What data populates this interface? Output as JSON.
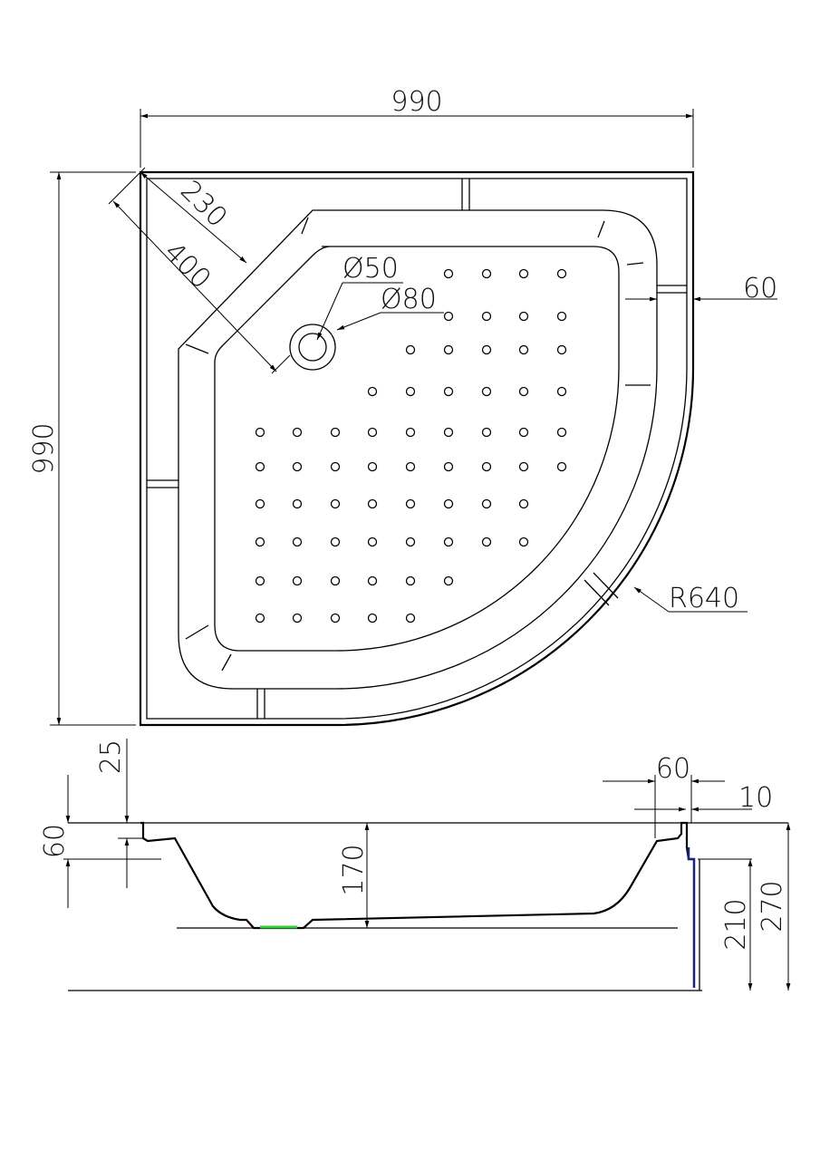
{
  "plan_view": {
    "overall_width": "990",
    "overall_depth": "990",
    "corner_offset_1": "230",
    "corner_offset_2": "400",
    "drain_inner_diameter": "Ø50",
    "drain_outer_diameter": "Ø80",
    "rim_width": "60",
    "radius": "R640"
  },
  "section_view": {
    "lip_height": "25",
    "rim_height": "60",
    "basin_depth": "170",
    "rim_width": "60",
    "lip_width": "10",
    "apron_height": "210",
    "total_height": "270"
  },
  "colors": {
    "drain_highlight": "#33cc33",
    "apron_edge": "#1a237e"
  }
}
